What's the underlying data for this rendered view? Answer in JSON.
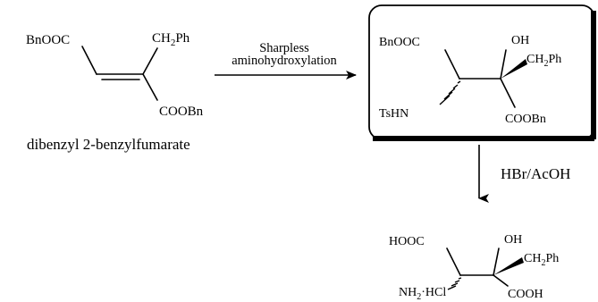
{
  "starting_material": {
    "label_bnooc": "BnOOC",
    "label_ch2": "CH",
    "label_ch2_sub": "2",
    "label_ph": "Ph",
    "label_coobn": "COOBn",
    "name": "dibenzyl 2-benzylfumarate"
  },
  "step1": {
    "reagent_line1": "Sharpless",
    "reagent_line2": "aminohydroxylation"
  },
  "intermediate": {
    "label_bnooc": "BnOOC",
    "label_oh": "OH",
    "label_ch2": "CH",
    "label_ch2_sub": "2",
    "label_ph": "Ph",
    "label_tshn": "TsHN",
    "label_coobn": "COOBn"
  },
  "step2": {
    "reagent": "HBr/AcOH"
  },
  "product": {
    "label_hooc": "HOOC",
    "label_oh": "OH",
    "label_ch2": "CH",
    "label_ch2_sub": "2",
    "label_ph": "Ph",
    "label_nh2": "NH",
    "label_nh2_sub": "2",
    "label_hcl": "·HCl",
    "label_cooh": "COOH"
  }
}
